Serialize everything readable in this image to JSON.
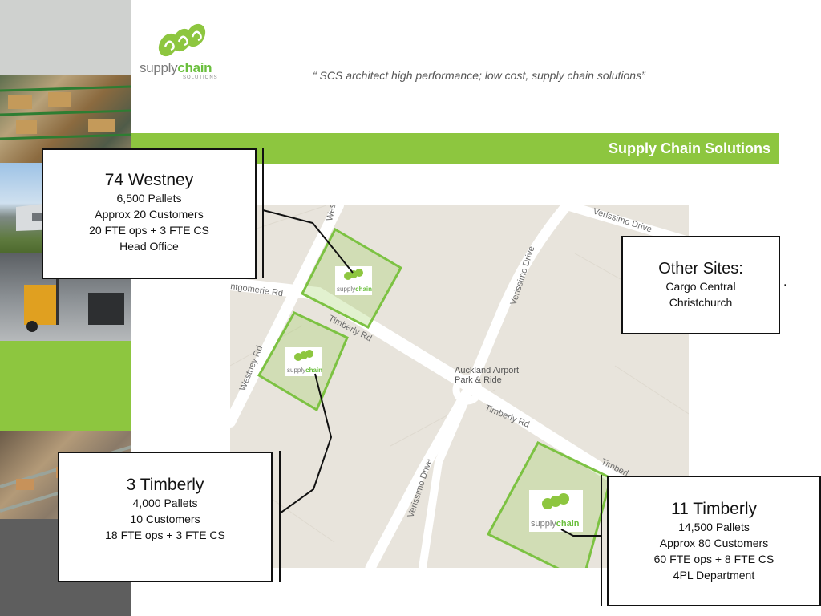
{
  "header": {
    "logo_word_gray": "supply",
    "logo_word_green": "chain",
    "logo_sub": "SOLUTIONS",
    "tagline": "“ SCS architect high performance; low cost, supply chain solutions”"
  },
  "banner": {
    "title": "Supply Chain Solutions"
  },
  "map": {
    "streets": {
      "westney_top": "West",
      "montgomerie": "ntgomerie Rd",
      "timberly_1": "Timberly Rd",
      "westney_rd": "Westney Rd",
      "verissimo_top": "Verissimo Drive",
      "verissimo_mid": "Verissimo Drive",
      "verissimo_low": "Verissimo Drive",
      "timberly_2": "Timberly Rd",
      "timberly_3": "Timberl"
    },
    "poi_line1": "Auckland Airport",
    "poi_line2": "Park & Ride"
  },
  "sites": [
    {
      "title": "74 Westney",
      "lines": [
        "6,500 Pallets",
        "Approx 20 Customers",
        "20 FTE ops + 3 FTE CS",
        "Head Office"
      ]
    },
    {
      "title": "3 Timberly",
      "lines": [
        "4,000 Pallets",
        "10 Customers",
        "18 FTE ops + 3 FTE CS"
      ]
    },
    {
      "title": "11 Timberly",
      "lines": [
        "14,500 Pallets",
        "Approx 80 Customers",
        "60 FTE ops + 8 FTE CS",
        "4PL Department"
      ]
    }
  ],
  "other_sites": {
    "title": "Other Sites:",
    "lines": [
      "Cargo Central",
      "Christchurch"
    ]
  },
  "marker_label_gray": "supply",
  "marker_label_green": "chain",
  "stray_dot": ".",
  "colors": {
    "brand_green": "#8dc63f",
    "site_green": "#7cc242",
    "map_bg": "#e8e4dc",
    "road": "#ffffff"
  },
  "icons": [
    "supplychain-logo-icon",
    "site-marker-icon"
  ]
}
